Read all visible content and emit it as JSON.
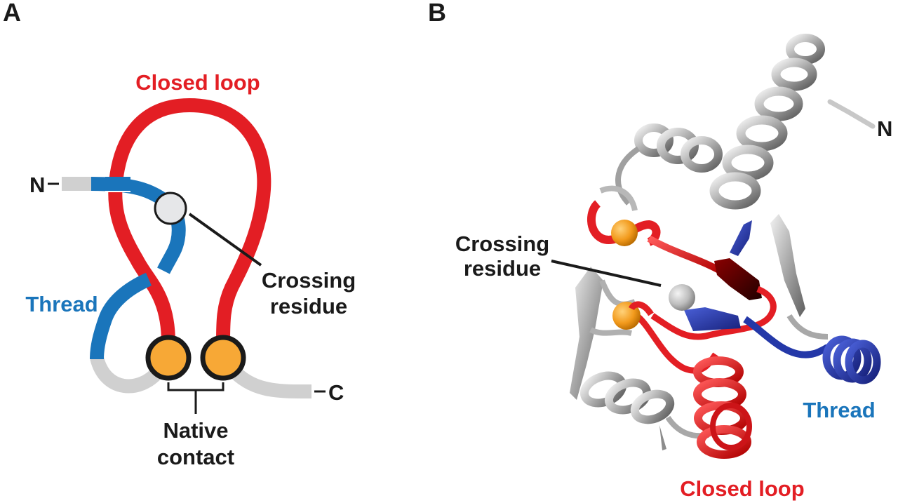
{
  "colors": {
    "closed_loop": "#e31e24",
    "thread": "#1a75bb",
    "thread_ribbon": "#2438a8",
    "backbone": "#d0d0d0",
    "backbone_ribbon": "#9a9a9a",
    "native_contact": "#f7a836",
    "crossing_residue": "#e6e7e9",
    "text": "#1a1a1a"
  },
  "panel_a": {
    "letter": "A",
    "closed_loop_label": "Closed loop",
    "thread_label": "Thread",
    "crossing_label_line1": "Crossing",
    "crossing_label_line2": "residue",
    "native_label_line1": "Native",
    "native_label_line2": "contact",
    "n_terminus": "N",
    "c_terminus": "C"
  },
  "panel_b": {
    "letter": "B",
    "n_terminus": "N",
    "crossing_label_line1": "Crossing",
    "crossing_label_line2": "residue",
    "thread_label": "Thread",
    "closed_loop_label": "Closed loop"
  }
}
